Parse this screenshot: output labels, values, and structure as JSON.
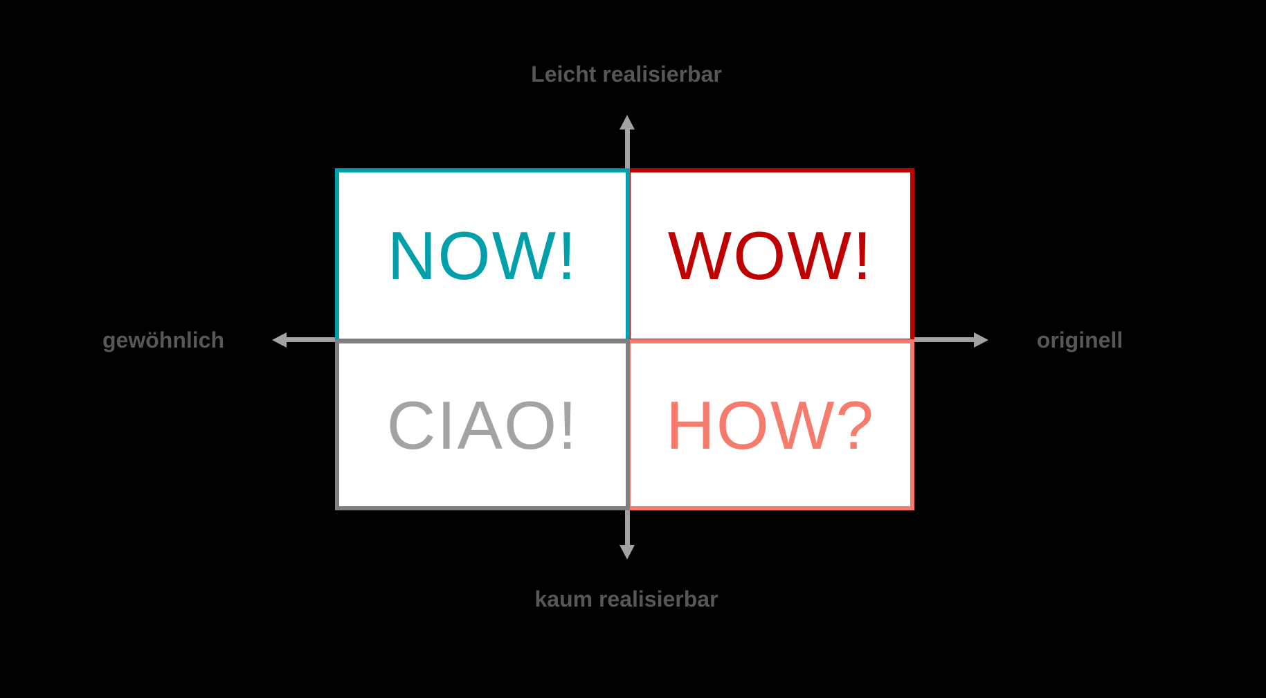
{
  "diagram": {
    "type": "quadrant-matrix",
    "background_color": "#000000",
    "axes": {
      "top_label": "Leicht realisierbar",
      "bottom_label": "kaum realisierbar",
      "left_label": "gewöhnlich",
      "right_label": "originell",
      "arrow_color": "#A2A2A2",
      "label_color": "#575757"
    },
    "quadrants": [
      {
        "position": "top-left",
        "label": "NOW!",
        "border_color": "#00A0AA",
        "text_color": "#00A0AA",
        "fill_color": "#FFFFFF"
      },
      {
        "position": "top-right",
        "label": "WOW!",
        "border_color": "#C00000",
        "text_color": "#C00000",
        "fill_color": "#FFFFFF"
      },
      {
        "position": "bottom-left",
        "label": "CIAO!",
        "border_color": "#7F7F7F",
        "text_color": "#A3A3A3",
        "fill_color": "#FFFFFF"
      },
      {
        "position": "bottom-right",
        "label": "HOW?",
        "border_color": "#F57B6C",
        "text_color": "#F57B6C",
        "fill_color": "#FFFFFF"
      }
    ]
  }
}
